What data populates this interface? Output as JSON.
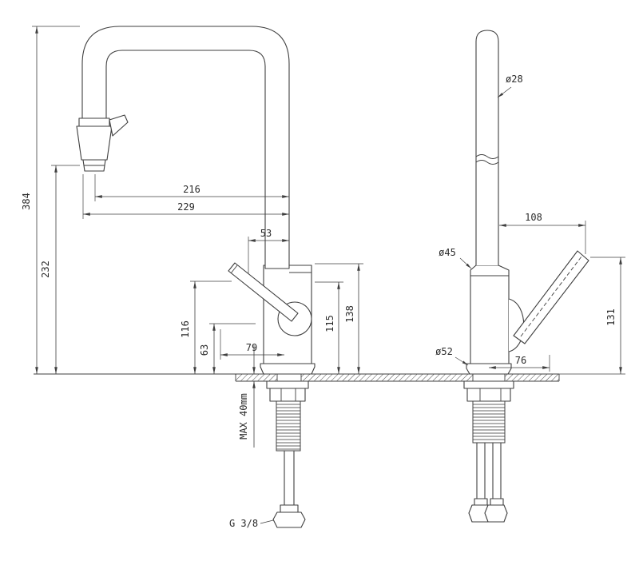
{
  "drawing": {
    "type": "kitchen-faucet-dimension-drawing",
    "colors": {
      "line": "#3f3f3f",
      "text": "#2b2b2b",
      "background": "#ffffff"
    }
  },
  "labels": {
    "overall_height": "384",
    "outlet_height": "232",
    "spout_reach": "216",
    "spout_reach_outer": "229",
    "spout_offset": "53",
    "handle_tip_height": "116",
    "handle_pivot_height": "63",
    "handle_reach": "79",
    "body_top_height": "115",
    "spout_base_height": "138",
    "max_counter_thickness": "MAX 40mm",
    "thread_size": "G 3/8",
    "spout_tube_diameter": "ø28",
    "handle_side_reach": "108",
    "body_diameter": "ø45",
    "base_diameter": "ø52",
    "base_side_offset": "76",
    "handle_side_height": "131"
  }
}
